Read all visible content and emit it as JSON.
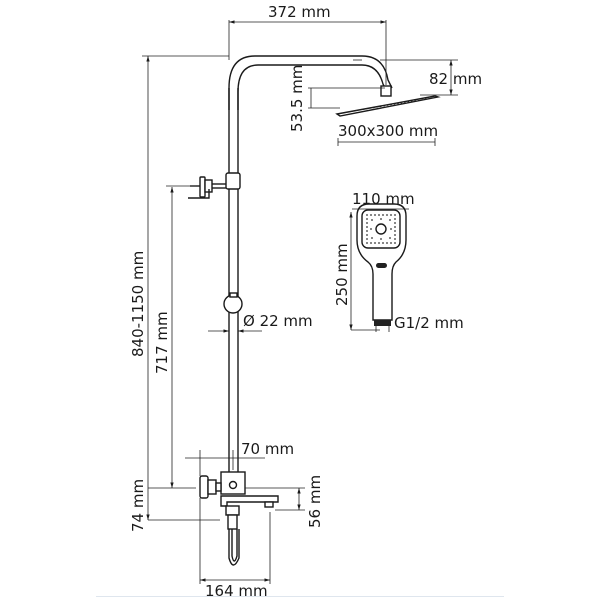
{
  "title": "Shower system dimension drawing",
  "dimensions": {
    "arm_length": "372 mm",
    "head_offset": "82 mm",
    "head_height": "53.5 mm",
    "head_size": "300x300 mm",
    "hand_width": "110 mm",
    "hand_length": "250 mm",
    "hand_thread": "G1/2 mm",
    "total_height": "840-1150 mm",
    "holder_height": "717 mm",
    "pipe_diameter": "Ø 22 mm",
    "mixer_offset": "70 mm",
    "mixer_height": "74 mm",
    "spout_drop": "56 mm",
    "base_width": "164 mm"
  },
  "colors": {
    "line": "#1a1a1a",
    "background": "#ffffff"
  }
}
